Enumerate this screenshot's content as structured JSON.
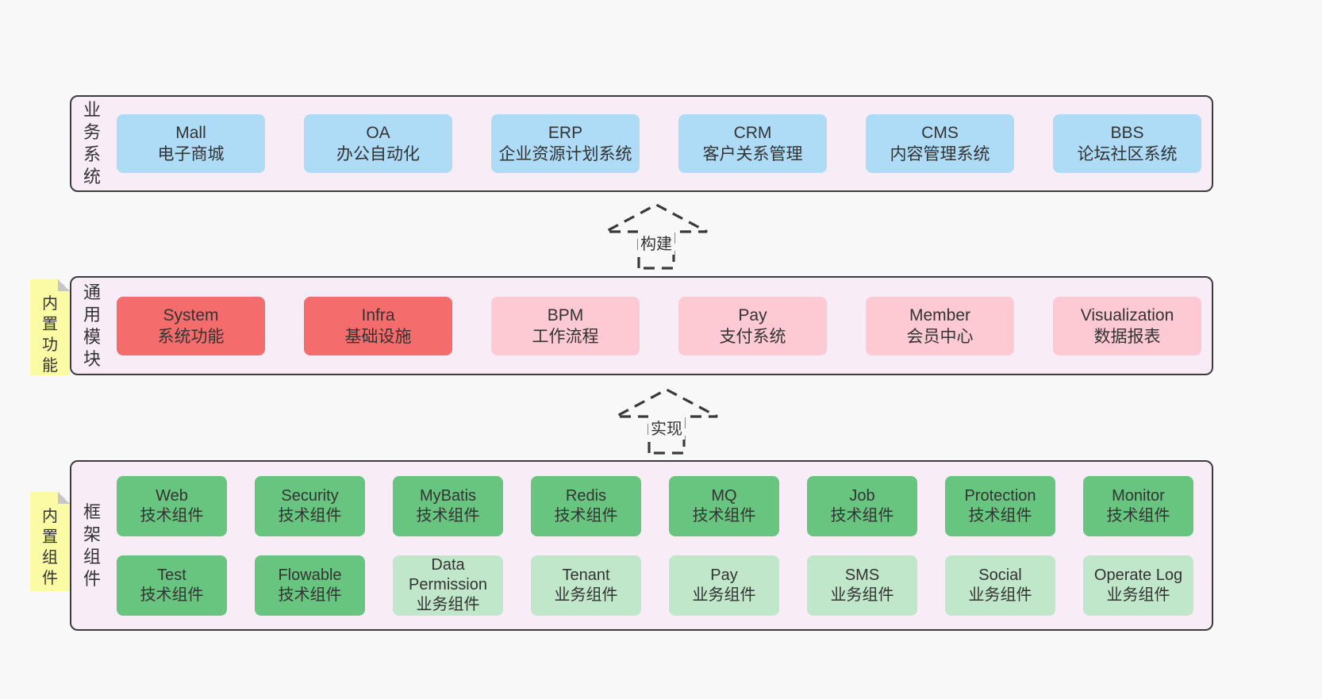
{
  "colors": {
    "page_bg": "#f8f8f8",
    "container_bg": "#f8edf6",
    "container_border": "#3c3c3c",
    "box_blue": "#aedcf7",
    "box_red": "#f56c6c",
    "box_pink": "#fdc9d3",
    "box_green": "#68c57f",
    "box_green_light": "#c0e7ca",
    "note_yellow": "#fbfba5",
    "note_fold_gray": "#c6c6c6",
    "text": "#333333"
  },
  "layers": {
    "business": {
      "label": "业务系统",
      "boxes": [
        {
          "name": "Mall",
          "desc": "电子商城",
          "variant": "blue"
        },
        {
          "name": "OA",
          "desc": "办公自动化",
          "variant": "blue"
        },
        {
          "name": "ERP",
          "desc": "企业资源计划系统",
          "variant": "blue"
        },
        {
          "name": "CRM",
          "desc": "客户关系管理",
          "variant": "blue"
        },
        {
          "name": "CMS",
          "desc": "内容管理系统",
          "variant": "blue"
        },
        {
          "name": "BBS",
          "desc": "论坛社区系统",
          "variant": "blue"
        }
      ]
    },
    "common": {
      "label": "通用模块",
      "note": "内置功能",
      "boxes": [
        {
          "name": "System",
          "desc": "系统功能",
          "variant": "red"
        },
        {
          "name": "Infra",
          "desc": "基础设施",
          "variant": "red"
        },
        {
          "name": "BPM",
          "desc": "工作流程",
          "variant": "pink"
        },
        {
          "name": "Pay",
          "desc": "支付系统",
          "variant": "pink"
        },
        {
          "name": "Member",
          "desc": "会员中心",
          "variant": "pink"
        },
        {
          "name": "Visualization",
          "desc": "数据报表",
          "variant": "pink"
        }
      ]
    },
    "framework": {
      "label": "框架组件",
      "note": "内置组件",
      "row1": [
        {
          "name": "Web",
          "desc": "技术组件",
          "variant": "green"
        },
        {
          "name": "Security",
          "desc": "技术组件",
          "variant": "green"
        },
        {
          "name": "MyBatis",
          "desc": "技术组件",
          "variant": "green"
        },
        {
          "name": "Redis",
          "desc": "技术组件",
          "variant": "green"
        },
        {
          "name": "MQ",
          "desc": "技术组件",
          "variant": "green"
        },
        {
          "name": "Job",
          "desc": "技术组件",
          "variant": "green"
        },
        {
          "name": "Protection",
          "desc": "技术组件",
          "variant": "green"
        },
        {
          "name": "Monitor",
          "desc": "技术组件",
          "variant": "green"
        }
      ],
      "row2": [
        {
          "name": "Test",
          "desc": "技术组件",
          "variant": "green"
        },
        {
          "name": "Flowable",
          "desc": "技术组件",
          "variant": "green"
        },
        {
          "name": "Data Permission",
          "desc": "业务组件",
          "variant": "green-light"
        },
        {
          "name": "Tenant",
          "desc": "业务组件",
          "variant": "green-light"
        },
        {
          "name": "Pay",
          "desc": "业务组件",
          "variant": "green-light"
        },
        {
          "name": "SMS",
          "desc": "业务组件",
          "variant": "green-light"
        },
        {
          "name": "Social",
          "desc": "业务组件",
          "variant": "green-light"
        },
        {
          "name": "Operate Log",
          "desc": "业务组件",
          "variant": "green-light"
        }
      ]
    }
  },
  "arrows": [
    {
      "label": "构建"
    },
    {
      "label": "实现"
    }
  ]
}
